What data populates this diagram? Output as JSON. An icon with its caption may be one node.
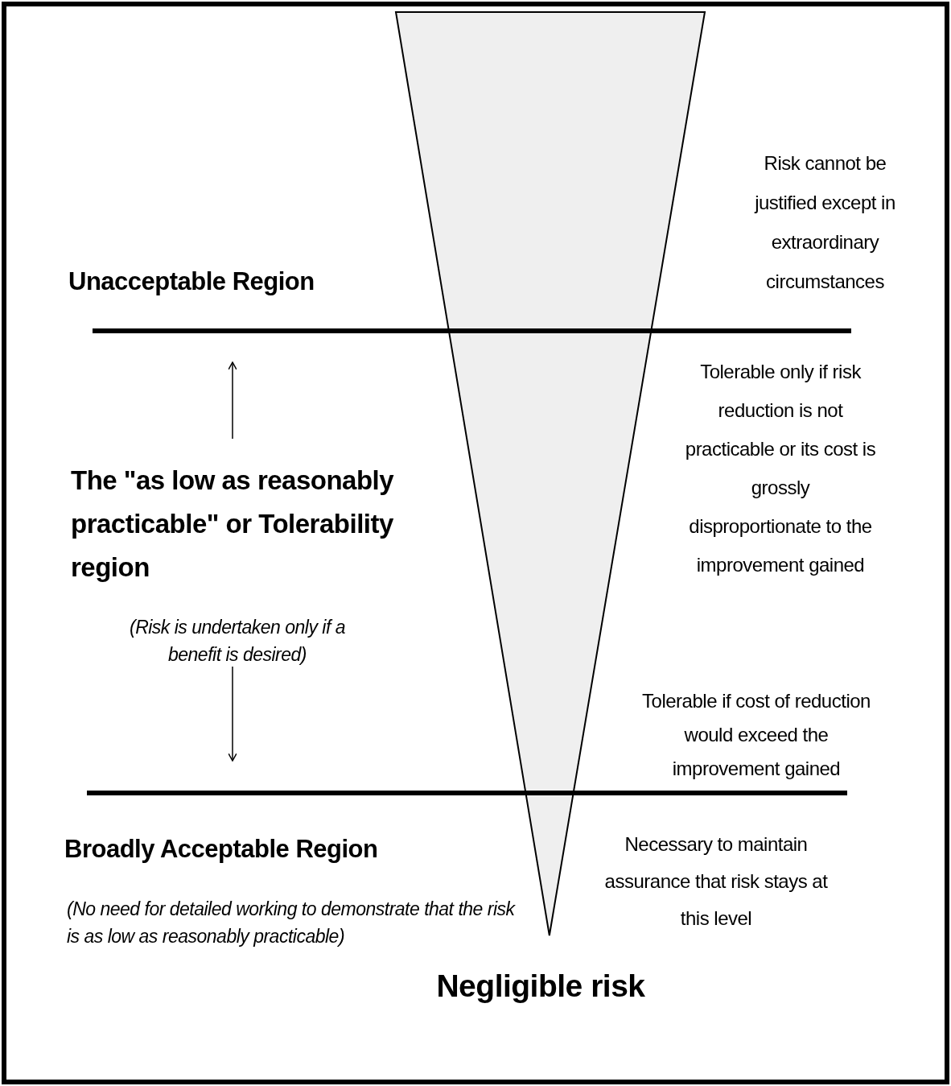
{
  "diagram": {
    "nodes": [
      {
        "text": [],
        "shape": "triangle"
      }
    ],
    "labels": [
      "Risk cannot be justified except in extraordinary circumstances",
      "Unacceptable Region",
      "Tolerable only if risk reduction is not practicable or its cost is grossly disproportionate to the improvement gained",
      "The \"as low as reasonably practicable\" or Tolerability region",
      "(Risk is undertaken only if a benefit is desired)",
      "Tolerable if cost of reduction would exceed the improvement gained",
      "Broadly Acceptable Region",
      "Necessary to maintain assurance that risk stays at this level",
      "(No need for detailed working to demonstrate that the risk is as low as reasonably practicable)",
      "Negligible risk"
    ]
  }
}
